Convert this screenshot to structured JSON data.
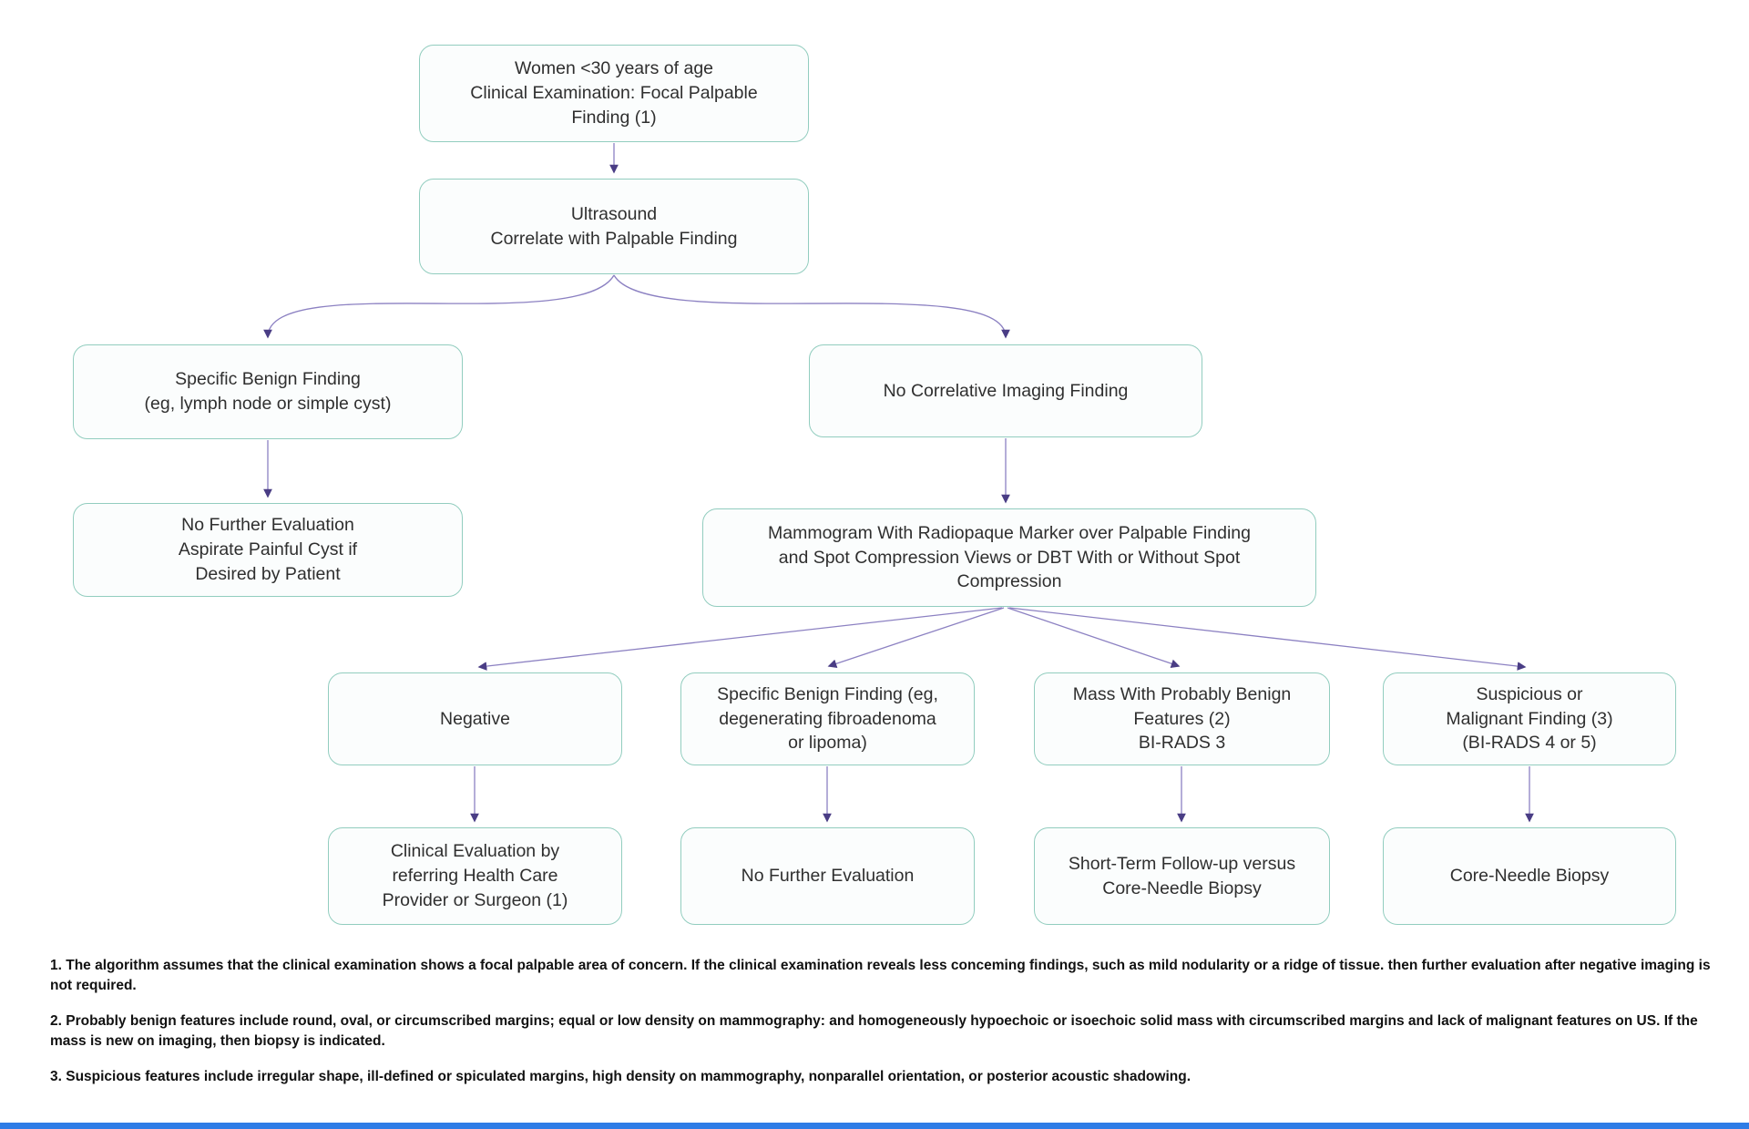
{
  "colors": {
    "box_border": "#92cdbf",
    "box_fill": "#fbfdfd",
    "arrow_line": "#8c81c2",
    "arrow_head": "#4a3d85",
    "node_text": "#2f2f2f",
    "footnote_text": "#111111",
    "bottom_bar": "#2e7ce6"
  },
  "nodes": {
    "women": {
      "label": "Women <30 years of age\nClinical Examination: Focal Palpable\nFinding (1)"
    },
    "ultrasound": {
      "label": "Ultrasound\nCorrelate with Palpable Finding"
    },
    "specific_benign_us": {
      "label": "Specific Benign Finding\n(eg, lymph node or simple cyst)"
    },
    "no_correlative": {
      "label": "No Correlative Imaging Finding"
    },
    "no_further_eval_cyst": {
      "label": "No Further Evaluation\nAspirate Painful Cyst if\nDesired by Patient"
    },
    "mammogram": {
      "label": "Mammogram With Radiopaque Marker over Palpable Finding\nand Spot Compression Views or DBT With or Without Spot\nCompression"
    },
    "negative": {
      "label": "Negative"
    },
    "specific_benign_mammo": {
      "label": "Specific Benign Finding (eg,\ndegenerating fibroadenoma\nor lipoma)"
    },
    "mass_probably_benign": {
      "label": "Mass With Probably Benign\nFeatures (2)\nBI-RADS 3"
    },
    "suspicious_malignant": {
      "label": "Suspicious or\nMalignant Finding (3)\n(BI-RADS 4 or 5)"
    },
    "clinical_evaluation": {
      "label": "Clinical Evaluation by\nreferring Health Care\nProvider or Surgeon (1)"
    },
    "no_further_evaluation": {
      "label": "No Further Evaluation"
    },
    "short_term_followup": {
      "label": "Short-Term Follow-up versus\nCore-Needle Biopsy"
    },
    "core_needle_biopsy": {
      "label": "Core-Needle Biopsy"
    }
  },
  "edges": [
    {
      "from": "women",
      "to": "ultrasound"
    },
    {
      "from": "ultrasound",
      "to": "specific_benign_us"
    },
    {
      "from": "ultrasound",
      "to": "no_correlative"
    },
    {
      "from": "specific_benign_us",
      "to": "no_further_eval_cyst"
    },
    {
      "from": "no_correlative",
      "to": "mammogram"
    },
    {
      "from": "mammogram",
      "to": "negative"
    },
    {
      "from": "mammogram",
      "to": "specific_benign_mammo"
    },
    {
      "from": "mammogram",
      "to": "mass_probably_benign"
    },
    {
      "from": "mammogram",
      "to": "suspicious_malignant"
    },
    {
      "from": "negative",
      "to": "clinical_evaluation"
    },
    {
      "from": "specific_benign_mammo",
      "to": "no_further_evaluation"
    },
    {
      "from": "mass_probably_benign",
      "to": "short_term_followup"
    },
    {
      "from": "suspicious_malignant",
      "to": "core_needle_biopsy"
    }
  ],
  "footnotes": [
    "1. The algorithm assumes that the clinical examination shows a focal palpable area of concern. If the clinical examination reveals less conceming findings, such as mild nodularity or a ridge of tissue. then further evaluation after negative imaging is not required.",
    "2. Probably benign features include round, oval, or circumscribed margins; equal or low density on mammography: and homogeneously hypoechoic or isoechoic solid mass with circumscribed margins and lack of malignant features on US. If the mass is new on imaging, then biopsy is indicated.",
    "3. Suspicious features include irregular shape, ill-defined or spiculated margins, high density on mammography, nonparallel orientation, or posterior acoustic shadowing."
  ]
}
